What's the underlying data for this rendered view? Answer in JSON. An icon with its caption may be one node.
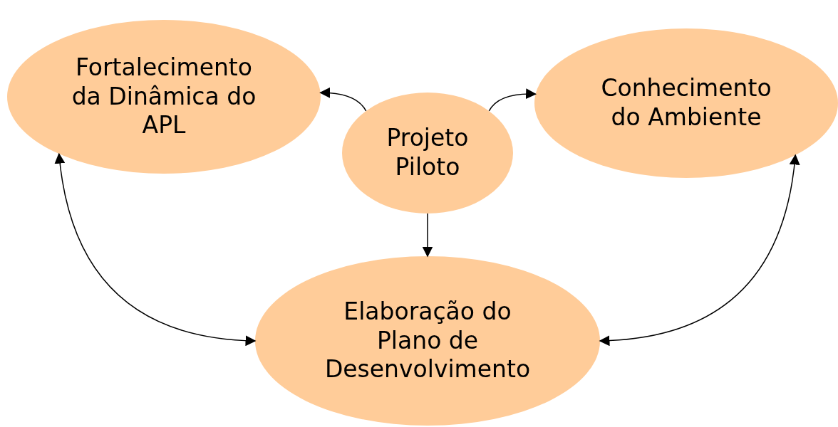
{
  "diagram": {
    "nodes": [
      {
        "text": [
          "Fortalecimento da Dinâmica do APL"
        ]
      },
      {
        "text": [
          "Projeto Piloto"
        ]
      },
      {
        "text": [
          "Conhecimento do Ambiente"
        ]
      },
      {
        "text": [
          "Elaboração do Plano de Desenvolvimento"
        ]
      }
    ],
    "edges": [
      {
        "from": 1,
        "to": 0,
        "arrow": "to"
      },
      {
        "from": 1,
        "to": 2,
        "arrow": "to"
      },
      {
        "from": 1,
        "to": 3,
        "arrow": "to"
      },
      {
        "from": 0,
        "to": 3,
        "arrow": "both"
      },
      {
        "from": 2,
        "to": 3,
        "arrow": "both"
      }
    ]
  }
}
